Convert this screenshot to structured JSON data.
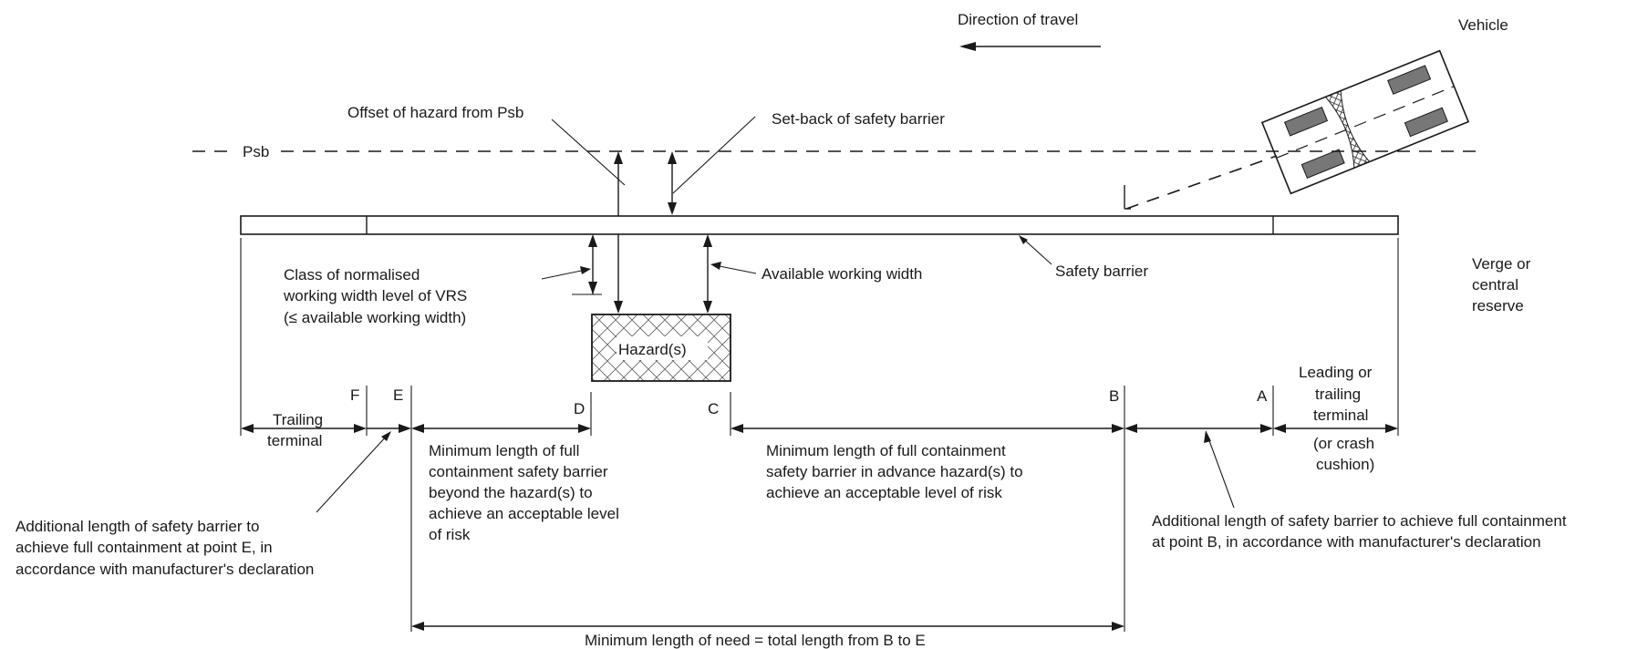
{
  "labels": {
    "direction": "Direction of travel",
    "vehicle": "Vehicle",
    "psb": "Psb",
    "offset_hazard": "Offset of hazard from Psb",
    "setback": "Set-back of safety barrier",
    "class_normalised": [
      "Class of normalised",
      "working width level of VRS",
      "(≤ available working width)"
    ],
    "available_ww": "Available working width",
    "safety_barrier": "Safety barrier",
    "verge": [
      "Verge or",
      "central",
      "reserve"
    ],
    "hazard": "Hazard(s)",
    "points": {
      "F": "F",
      "E": "E",
      "D": "D",
      "C": "C",
      "B": "B",
      "A": "A"
    },
    "trailing_terminal": [
      "Trailing",
      "terminal"
    ],
    "leading_terminal": [
      "Leading or",
      "trailing",
      "terminal"
    ],
    "crash_cushion": [
      "(or crash",
      "cushion)"
    ],
    "beyond_hazard": [
      "Minimum length of full",
      "containment safety barrier",
      "beyond the hazard(s) to",
      "achieve an acceptable level",
      "of risk"
    ],
    "advance_hazard": [
      "Minimum length of full containment",
      "safety barrier in advance hazard(s) to",
      "achieve an acceptable level of risk"
    ],
    "additional_e": [
      "Additional length of safety barrier to",
      "achieve full containment at point E, in",
      "accordance with manufacturer's declaration"
    ],
    "additional_b": [
      "Additional length of safety barrier to achieve full containment",
      "at point B, in accordance with manufacturer's declaration"
    ],
    "min_length_need": "Minimum length of need = total length from B to E"
  }
}
